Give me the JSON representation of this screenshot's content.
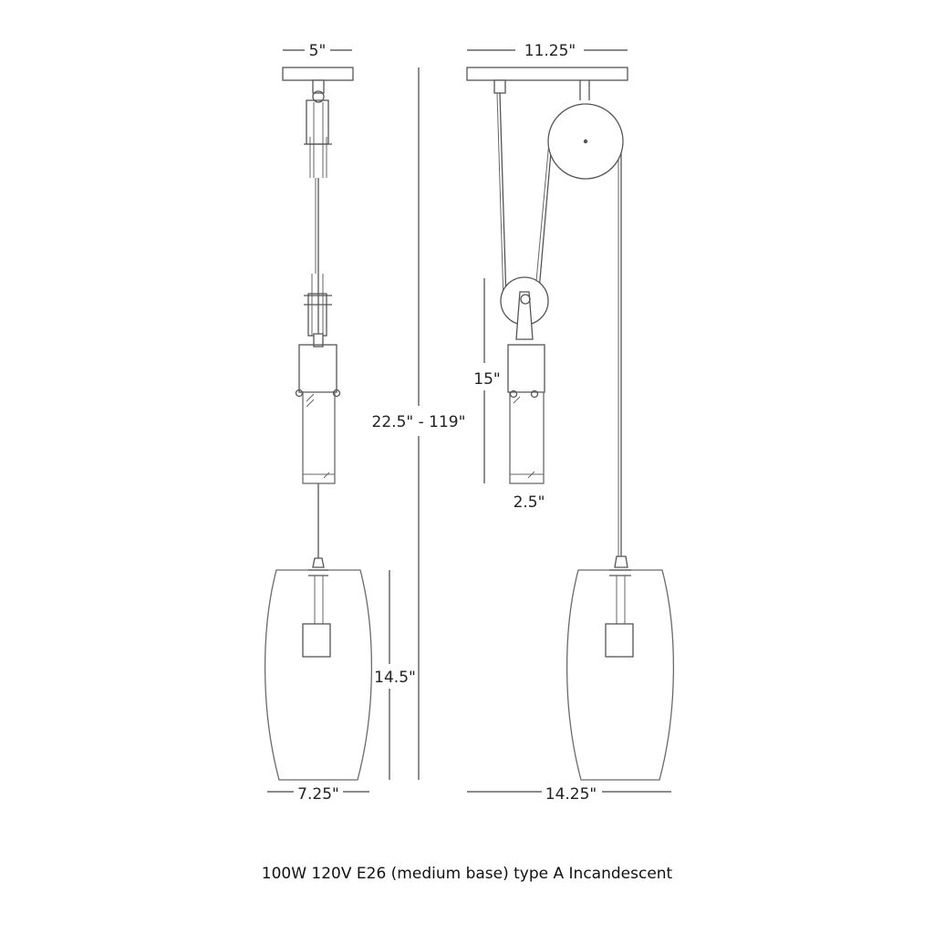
{
  "diagram": {
    "dimensions": {
      "canopy_left": "5\"",
      "canopy_right": "11.25\"",
      "overall_height": "22.5\" - 119\"",
      "counterweight_height": "15\"",
      "counterweight_width": "2.5\"",
      "shade_height": "14.5\"",
      "shade_width_left": "7.25\"",
      "shade_width_right": "14.25\""
    },
    "spec": "100W 120V E26 (medium base) type A Incandescent"
  }
}
